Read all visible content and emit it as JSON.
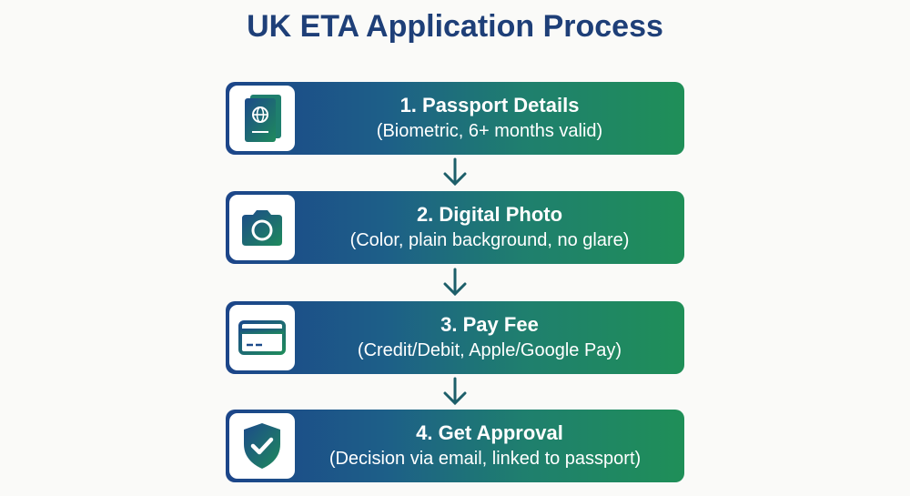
{
  "title": "UK ETA Application Process",
  "steps": [
    {
      "heading": "1. Passport Details",
      "subtitle": "(Biometric, 6+ months valid)",
      "icon": "passport-icon"
    },
    {
      "heading": "2. Digital Photo",
      "subtitle": "(Color, plain background, no glare)",
      "icon": "camera-icon"
    },
    {
      "heading": "3. Pay Fee",
      "subtitle": "(Credit/Debit, Apple/Google Pay)",
      "icon": "credit-card-icon"
    },
    {
      "heading": "4. Get Approval",
      "subtitle": "(Decision via email, linked to passport)",
      "icon": "shield-check-icon"
    }
  ],
  "colors": {
    "title": "#1e3f78",
    "gradient_start": "#1c4589",
    "gradient_end": "#1f8f58",
    "arrow": "#1d5f6a"
  }
}
